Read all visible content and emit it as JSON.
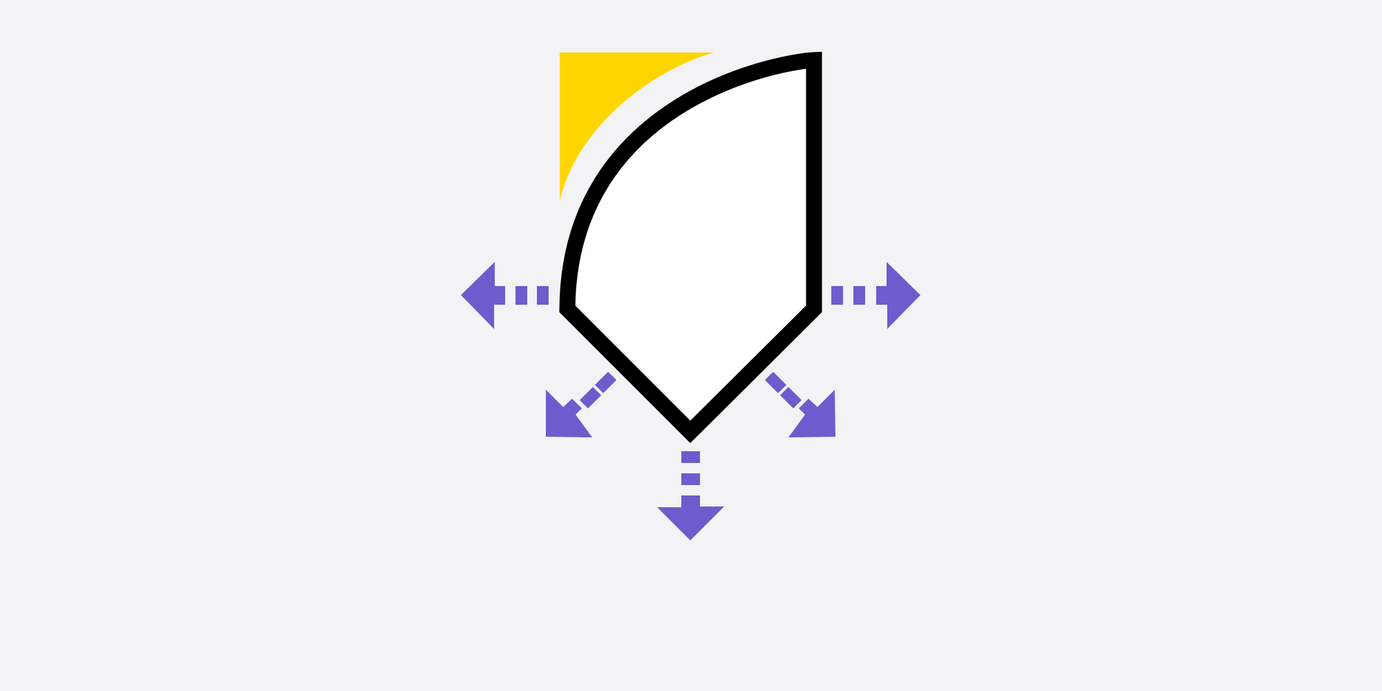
{
  "icon": {
    "name": "expand-outward-icon",
    "colors": {
      "background": "#f3f2f4",
      "accent_corner": "#ffd500",
      "shape_fill": "#ffffff",
      "shape_stroke": "#000000",
      "arrows": "#6e5bcd"
    },
    "arrows": [
      {
        "name": "arrow-left-icon",
        "direction": "left"
      },
      {
        "name": "arrow-right-icon",
        "direction": "right"
      },
      {
        "name": "arrow-down-left-icon",
        "direction": "down-left"
      },
      {
        "name": "arrow-down-right-icon",
        "direction": "down-right"
      },
      {
        "name": "arrow-down-icon",
        "direction": "down"
      }
    ]
  }
}
